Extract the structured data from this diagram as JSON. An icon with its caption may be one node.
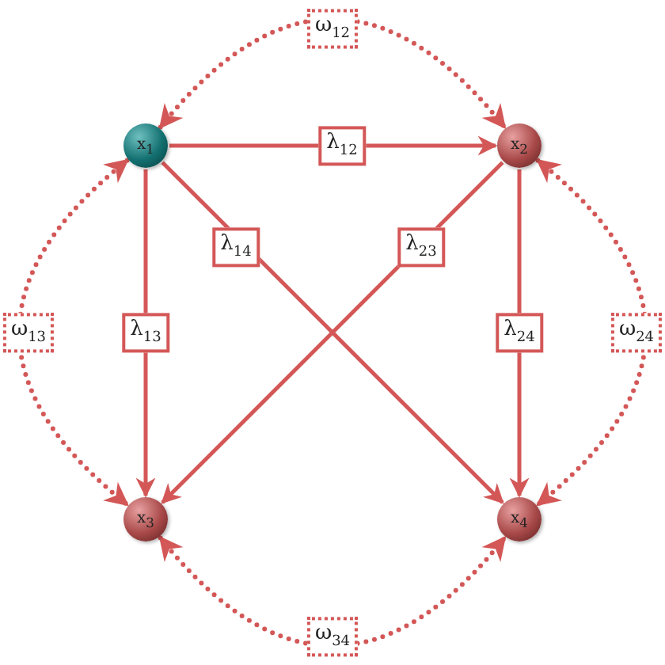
{
  "diagram": {
    "nodes": [
      {
        "text": [
          "x$_{1}$"
        ]
      },
      {
        "text": [
          "x$_{2}$"
        ]
      },
      {
        "text": [
          "x$_{3}$"
        ]
      },
      {
        "text": [
          "x$_{4}$"
        ]
      }
    ],
    "edges": [
      {
        "from": 0,
        "to": 1,
        "arrow": "to",
        "label": "λ$_{12}$"
      },
      {
        "from": 0,
        "to": 2,
        "arrow": "to",
        "label": "λ$_{13}$"
      },
      {
        "from": 0,
        "to": 3,
        "arrow": "to",
        "label": "λ$_{14}$"
      },
      {
        "from": 1,
        "to": 2,
        "arrow": "to",
        "label": "λ$_{23}$"
      },
      {
        "from": 1,
        "to": 3,
        "arrow": "to",
        "label": "λ$_{24}$"
      },
      {
        "from": 0,
        "to": 1,
        "arrow": "both",
        "label": "ω$_{12}$",
        "style": "dashed"
      },
      {
        "from": 0,
        "to": 2,
        "arrow": "both",
        "label": "ω$_{13}$",
        "style": "dashed"
      },
      {
        "from": 1,
        "to": 3,
        "arrow": "both",
        "label": "ω$_{24}$",
        "style": "dashed"
      },
      {
        "from": 2,
        "to": 3,
        "arrow": "both",
        "label": "ω$_{34}$",
        "style": "dashed"
      }
    ]
  }
}
